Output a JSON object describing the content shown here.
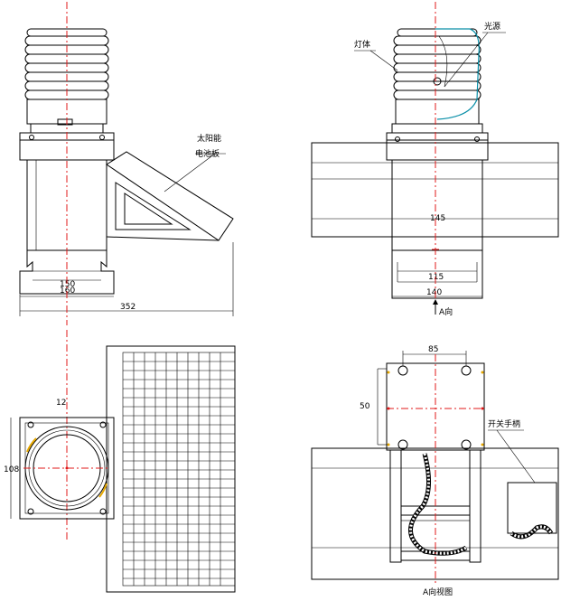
{
  "labels": {
    "solar_panel": "太阳能",
    "solar_panel_2": "电池板",
    "lamp": "灯体",
    "light_source": "光源",
    "a_direction": "A向",
    "a_view": "A向视图",
    "switch": "开关手柄"
  },
  "dims": {
    "overall_width": "352",
    "d1": "150",
    "d2": "160",
    "d3": "115",
    "d4": "108",
    "d5": "145",
    "d6": "140",
    "d7": "85",
    "d8": "50",
    "d9": "12"
  },
  "colors": {
    "center_line": "#e01818",
    "lens": "#0a8fa8"
  }
}
